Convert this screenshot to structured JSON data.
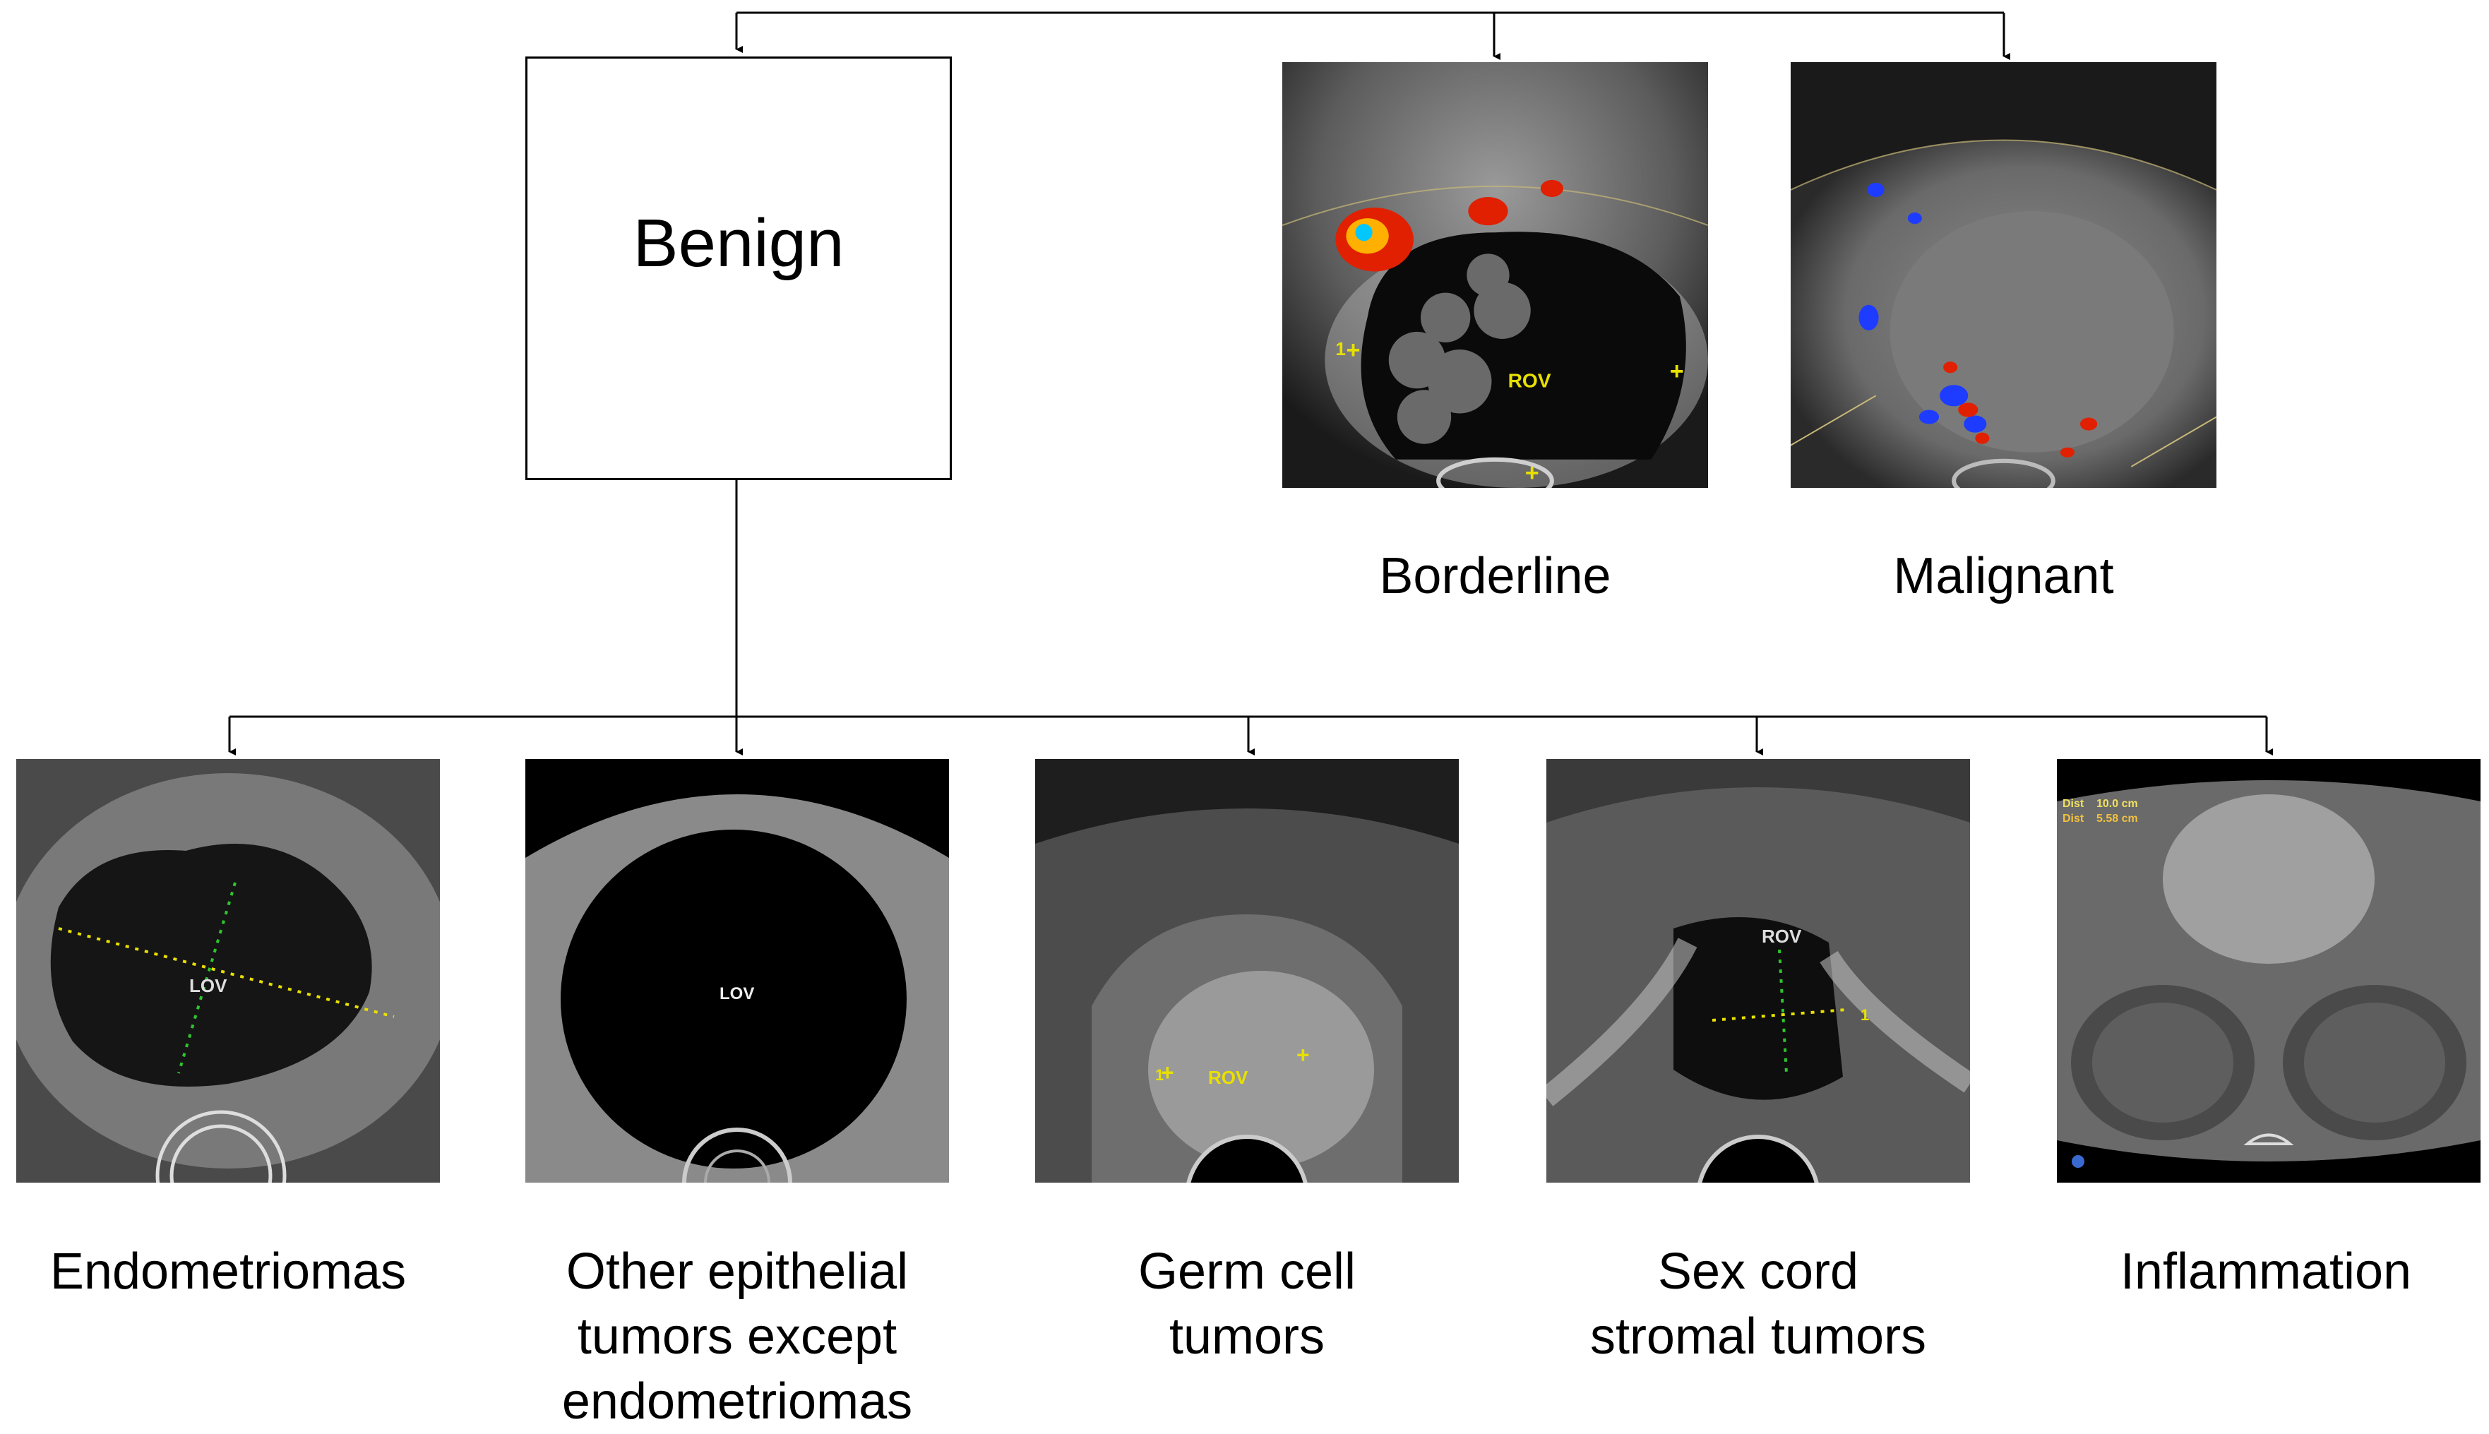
{
  "root": {
    "label": "Benign"
  },
  "top_images": [
    {
      "caption": "Borderline",
      "image_label": "ROV",
      "caliper_marks": [
        "1",
        "+"
      ]
    },
    {
      "caption": "Malignant"
    }
  ],
  "bottom_images": [
    {
      "caption": "Endometriomas",
      "image_label": "LOV"
    },
    {
      "caption": "Other epithelial\ntumors except\nendometriomas",
      "image_label": "LOV"
    },
    {
      "caption": "Germ cell\ntumors",
      "image_label": "ROV",
      "caliper_mark": "1"
    },
    {
      "caption": "Sex cord\nstromal tumors",
      "image_label": "ROV",
      "caliper_mark": "1"
    },
    {
      "caption": "Inflammation",
      "measure_1": "Dist    10.0 cm",
      "measure_2": "Dist    5.58 cm"
    }
  ],
  "colors": {
    "line": "#000000",
    "caliper_yellow": "#e8e000",
    "caliper_green": "#2ec42e",
    "doppler_red": "#e02000",
    "doppler_blue": "#1e3cff"
  }
}
